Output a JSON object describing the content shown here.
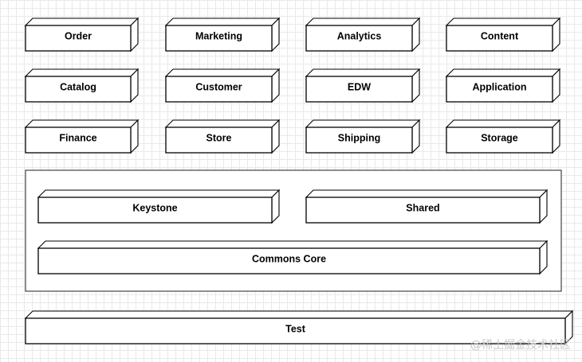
{
  "modules": {
    "order": "Order",
    "marketing": "Marketing",
    "analytics": "Analytics",
    "content": "Content",
    "catalog": "Catalog",
    "customer": "Customer",
    "edw": "EDW",
    "application": "Application",
    "finance": "Finance",
    "store": "Store",
    "shipping": "Shipping",
    "storage": "Storage"
  },
  "core_group": {
    "keystone": "Keystone",
    "shared": "Shared",
    "commons_core": "Commons Core"
  },
  "test": "Test",
  "watermark": "@稀土掘金技术社区"
}
